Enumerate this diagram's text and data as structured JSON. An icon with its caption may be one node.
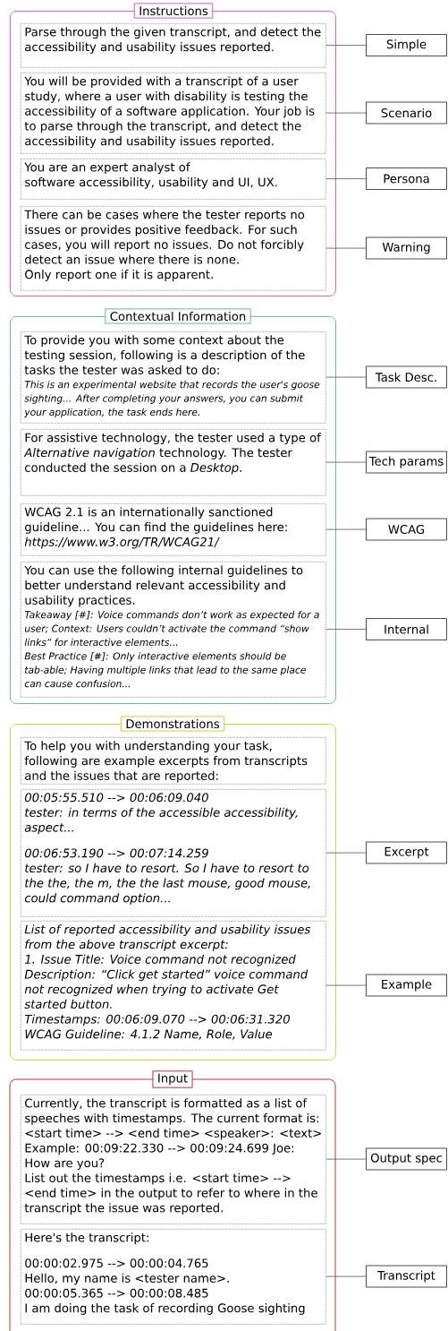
{
  "diagram": {
    "nodes": [
      {
        "text": [
          "Instructions"
        ]
      },
      {
        "text": [
          "Parse through the given transcript, and detect the accessibility and usability issues reported."
        ],
        "in": 0
      },
      {
        "text": [
          "You will be provided with a transcript of a user study, where a user with disability is testing the accessibility of a software application. Your job is to parse through the transcript, and detect the accessibility and usability issues reported."
        ],
        "in": 0
      },
      {
        "text": [
          "You are an expert analyst of",
          "software accessibility, usability and UI, UX."
        ],
        "in": 0
      },
      {
        "text": [
          "There can be cases where the tester reports no issues or provides positive feedback. For such cases, you will report no issues. Do not forcibly detect an issue where there is none.",
          "Only report one if it is apparent."
        ],
        "in": 0
      },
      {
        "text": [
          "Simple"
        ]
      },
      {
        "text": [
          "Scenario"
        ]
      },
      {
        "text": [
          "Persona"
        ]
      },
      {
        "text": [
          "Warning"
        ]
      },
      {
        "text": [
          "Contextual Information"
        ]
      },
      {
        "text": [
          "To provide you with some context about the testing session, following is a description of the tasks the tester was asked to do:",
          "This is an experimental website that records the user's goose sighting... After completing your answers, you can submit your application, the task ends here."
        ],
        "in": 9
      },
      {
        "text": [
          "For assistive technology, the tester used a type of *Alternative navigation* technology. The tester conducted the session on a *Desktop*."
        ],
        "in": 9
      },
      {
        "text": [
          "WCAG 2.1 is an internationally sanctioned guideline... You can find the guidelines here:",
          "https://www.w3.org/TR/WCAG21/"
        ],
        "in": 9
      },
      {
        "text": [
          "You can use the following internal guidelines to better understand relevant accessibility and usability practices.",
          "Takeaway [#]: Voice commands don’t work as expected for a user; Context: Users couldn’t activate the command “show links” for interactive elements...",
          "Best Practice [#]: Only interactive elements should be tab-able; Having multiple links that lead to the same place can cause confusion..."
        ],
        "in": 9
      },
      {
        "text": [
          "Task Desc."
        ]
      },
      {
        "text": [
          "Tech params"
        ]
      },
      {
        "text": [
          "WCAG"
        ]
      },
      {
        "text": [
          "Internal"
        ]
      },
      {
        "text": [
          "Demonstrations"
        ]
      },
      {
        "text": [
          "To help you with understanding your task, following are example excerpts from transcripts and the issues that are reported:"
        ],
        "in": 18
      },
      {
        "text": [
          "00:05:55.510 --> 00:06:09.040",
          "tester: in terms of the accessible accessibility, aspect...",
          "00:06:53.190 --> 00:07:14.259",
          "tester: so I have to resort. So I have to resort to the the, the m, the the last mouse, good mouse, could command option..."
        ],
        "in": 18
      },
      {
        "text": [
          "List of reported accessibility and usability issues from the above transcript excerpt:",
          "1. Issue Title: Voice command not recognized",
          "Description: “Click get started” voice command not recognized when trying to activate Get started button.",
          "Timestamps: 00:06:09.070 --> 00:06:31.320",
          "WCAG Guideline: 4.1.2 Name, Role, Value"
        ],
        "in": 18
      },
      {
        "text": [
          "Excerpt"
        ]
      },
      {
        "text": [
          "Example"
        ]
      },
      {
        "text": [
          "Input"
        ]
      },
      {
        "text": [
          "Currently, the transcript is formatted as a list of speeches with timestamps. The current format is: <start time> --> <end time> <speaker>: <text> Example: 00:09:22.330 --> 00:09:24.699 Joe: How are you?",
          "List out the timestamps i.e. <start time> --> <end time> in the output to refer to where in the transcript the issue was reported."
        ],
        "in": 24
      },
      {
        "text": [
          "Here's the transcript:",
          "00:00:02.975 --> 00:00:04.765",
          "Hello, my name is <tester name>.",
          "00:00:05.365 --> 00:00:08.485",
          "I am doing the task of recording Goose sighting"
        ],
        "in": 24
      },
      {
        "text": [
          "Output spec"
        ]
      },
      {
        "text": [
          "Transcript"
        ]
      }
    ],
    "edges": [
      {
        "from": 1,
        "to": 5,
        "arrow": "none"
      },
      {
        "from": 2,
        "to": 6,
        "arrow": "none"
      },
      {
        "from": 3,
        "to": 7,
        "arrow": "none"
      },
      {
        "from": 4,
        "to": 8,
        "arrow": "none"
      },
      {
        "from": 10,
        "to": 14,
        "arrow": "none"
      },
      {
        "from": 11,
        "to": 15,
        "arrow": "none"
      },
      {
        "from": 12,
        "to": 16,
        "arrow": "none"
      },
      {
        "from": 13,
        "to": 17,
        "arrow": "none"
      },
      {
        "from": 20,
        "to": 22,
        "arrow": "none"
      },
      {
        "from": 21,
        "to": 23,
        "arrow": "none"
      },
      {
        "from": 25,
        "to": 27,
        "arrow": "none"
      },
      {
        "from": 26,
        "to": 28,
        "arrow": "none"
      }
    ]
  }
}
